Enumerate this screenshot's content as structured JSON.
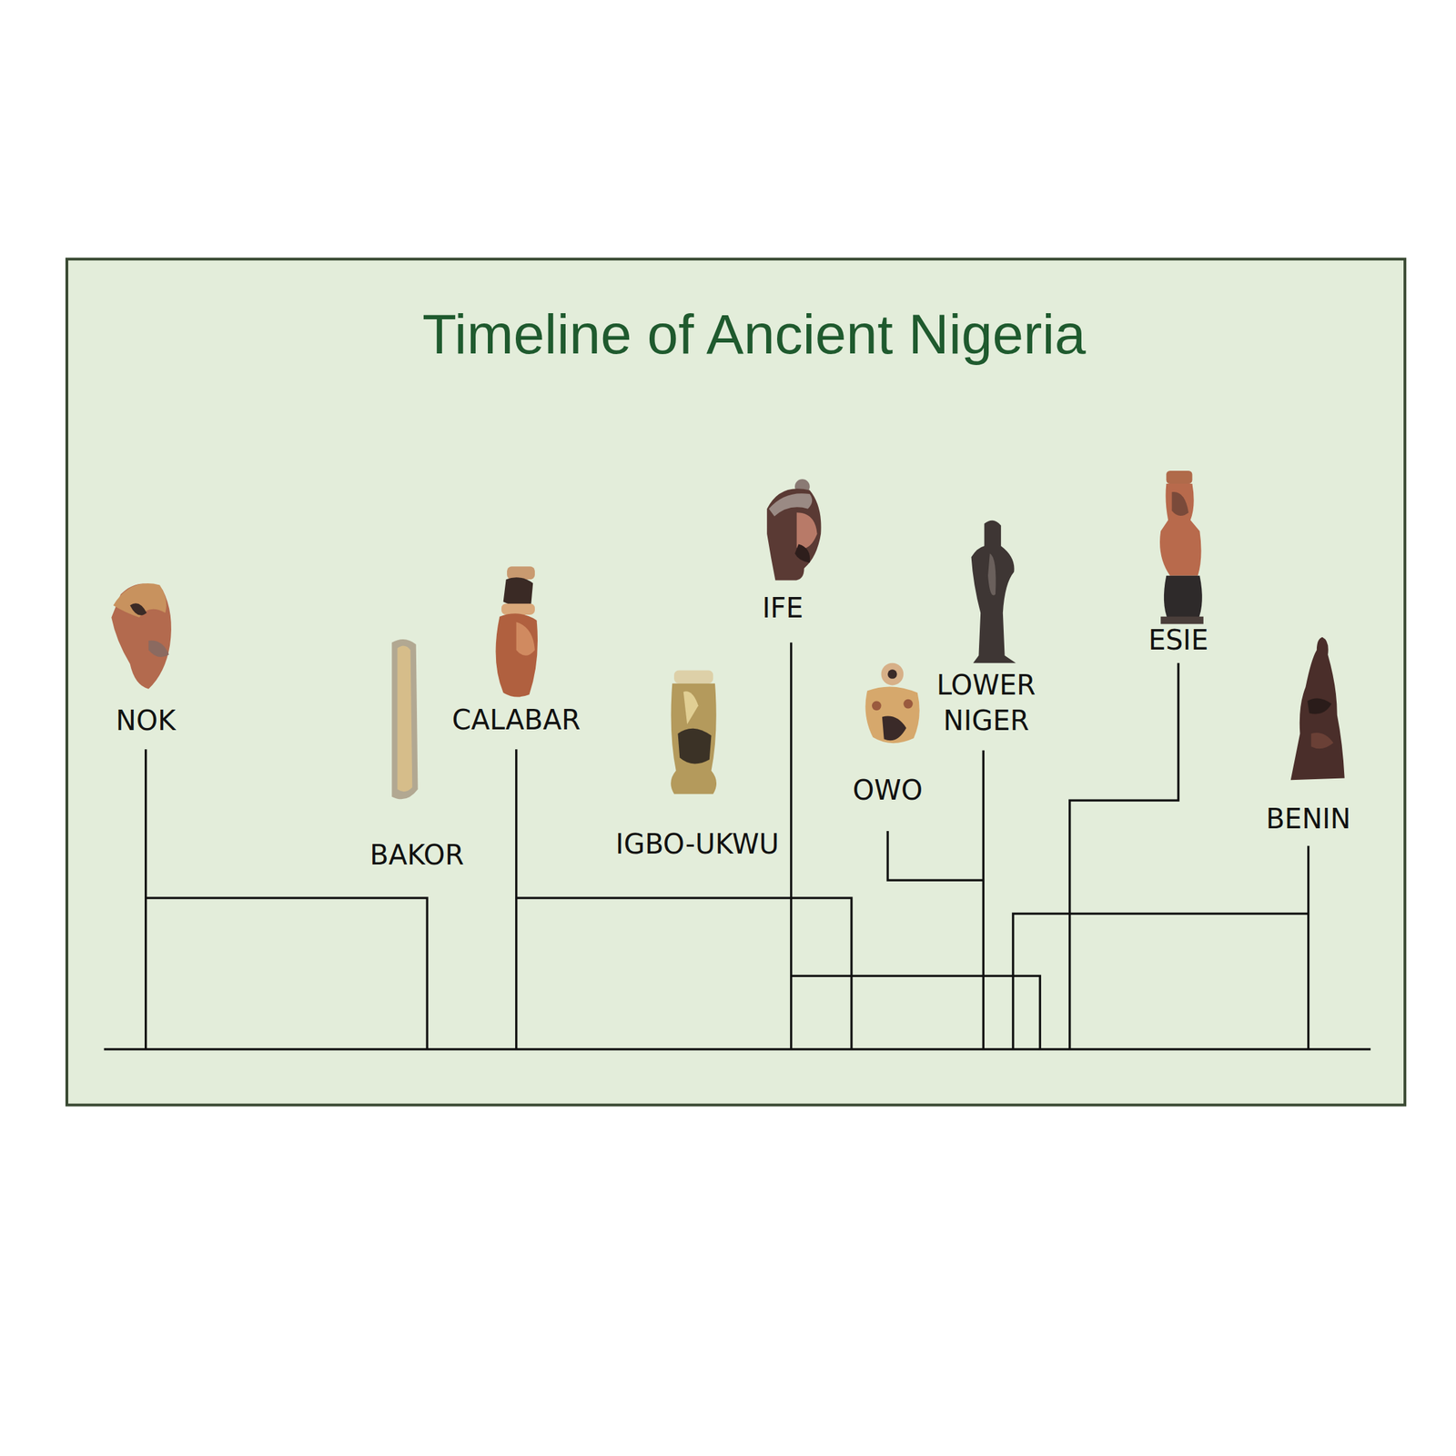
{
  "diagram": {
    "title": "Timeline of Ancient Nigeria",
    "labels": [
      "NOK",
      "BAKOR",
      "CALABAR",
      "IGBO-UKWU",
      "IFE",
      "OWO",
      "LOWER NIGER",
      "ESIE",
      "BENIN"
    ]
  }
}
